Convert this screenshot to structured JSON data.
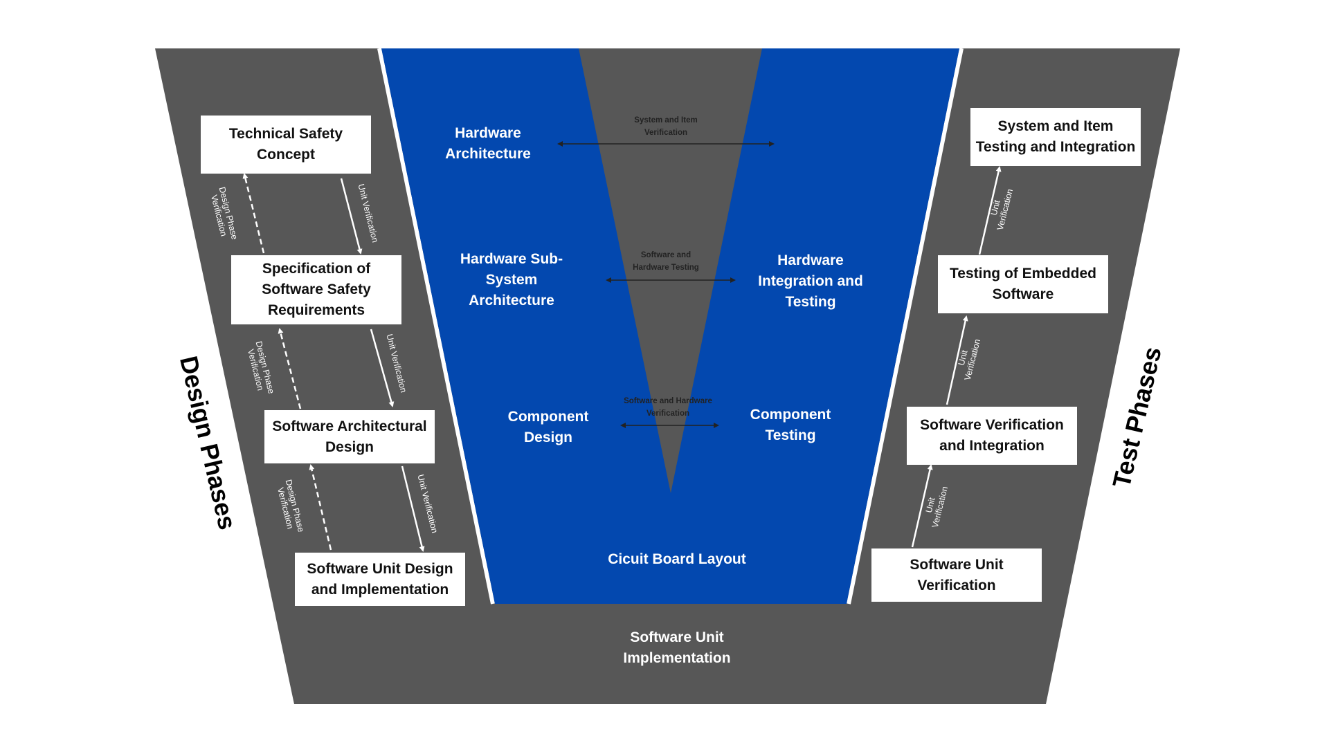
{
  "design_boxes": [
    {
      "label": "Technical Safety Concept"
    },
    {
      "label": "Specification of Software Safety Requirements"
    },
    {
      "label": "Software Architectural Design"
    },
    {
      "label": "Software Unit Design and Implementation"
    }
  ],
  "test_boxes": [
    {
      "label": "System and Item Testing and Integration"
    },
    {
      "label": "Testing of Embedded Software"
    },
    {
      "label": "Software Verification and Integration"
    },
    {
      "label": "Software Unit Verification"
    }
  ],
  "hardware_left": [
    {
      "label": "Hardware Architecture"
    },
    {
      "label": "Hardware Sub-System Architecture"
    },
    {
      "label": "Component Design"
    }
  ],
  "hardware_right": [
    {
      "label": "Hardware Integration and Testing"
    },
    {
      "label": "Component Testing"
    }
  ],
  "bottom": {
    "v_label": "Cicuit Board Layout",
    "base_label": "Software Unit Implementation"
  },
  "cross_links": [
    {
      "label": "System and Item Verification"
    },
    {
      "label": "Software and Hardware Testing"
    },
    {
      "label": "Software and Hardware Verification"
    }
  ],
  "arrow_labels": {
    "unit": "Unit Verification",
    "design": "Design Phase Verification"
  },
  "phases": {
    "design": "Design Phases",
    "test": "Test Phases"
  },
  "colors": {
    "gray": "#575757",
    "blue": "#0348AF",
    "box": "#FFFFFF",
    "background": "#FFFFFF"
  }
}
